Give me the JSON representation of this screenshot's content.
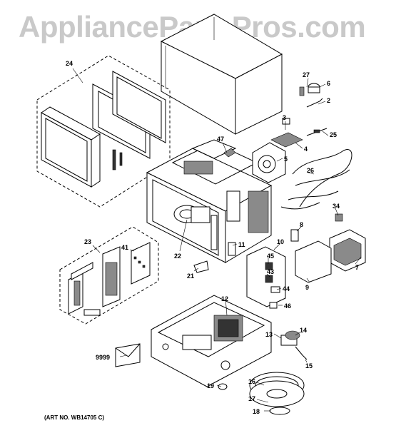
{
  "watermark": "AppliancePartsPros.com",
  "art_number": "(ART NO. WB14705 C)",
  "callouts": {
    "c24": "24",
    "c27": "27",
    "c6": "6",
    "c2": "2",
    "c3": "3",
    "c25": "25",
    "c47": "47",
    "c4": "4",
    "c5": "5",
    "c26": "26",
    "c34": "34",
    "c8": "8",
    "c23": "23",
    "c41": "41",
    "c22": "22",
    "c11": "11",
    "c10": "10",
    "c45": "45",
    "c43": "43",
    "c7": "7",
    "c21": "21",
    "c9": "9",
    "c44": "44",
    "c46": "46",
    "c12": "12",
    "c13": "13",
    "c14": "14",
    "c15": "15",
    "c9999": "9999",
    "c16": "16",
    "c19": "19",
    "c17": "17",
    "c18": "18"
  }
}
